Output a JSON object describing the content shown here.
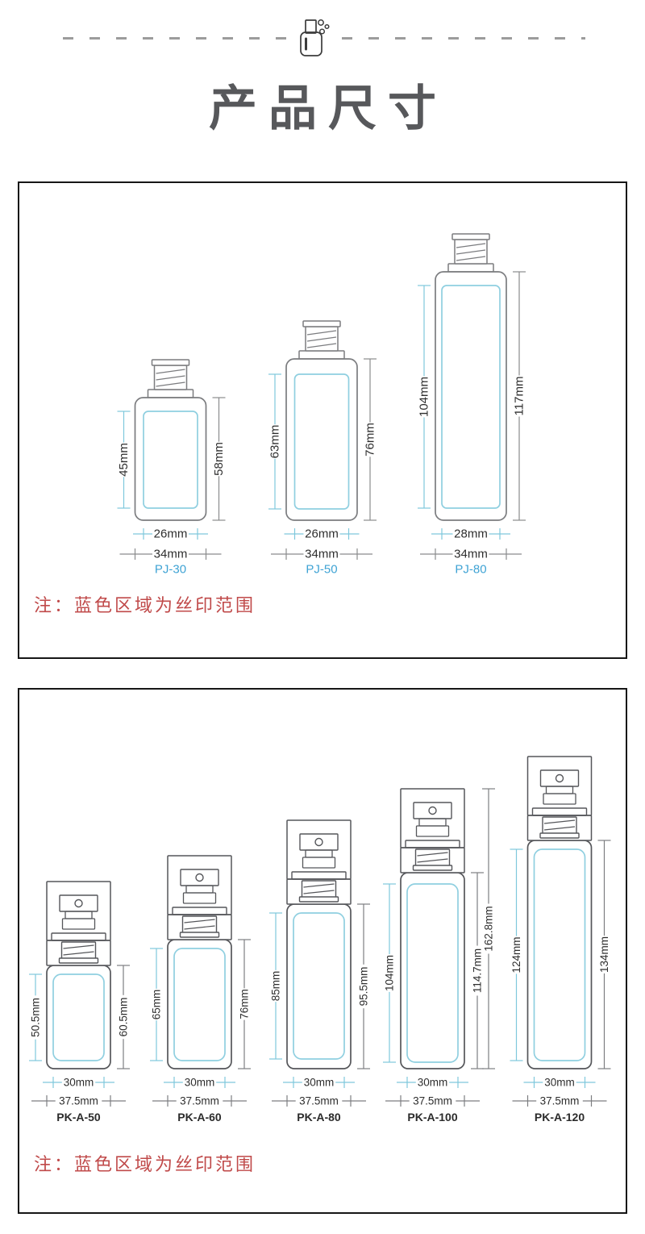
{
  "header": {
    "title": "产品尺寸"
  },
  "panel1": {
    "note": "注：蓝色区域为丝印范围",
    "bottles": [
      {
        "model": "PJ-30",
        "print_height": "45mm",
        "body_height": "58mm",
        "print_width": "26mm",
        "body_width": "34mm"
      },
      {
        "model": "PJ-50",
        "print_height": "63mm",
        "body_height": "76mm",
        "print_width": "26mm",
        "body_width": "34mm"
      },
      {
        "model": "PJ-80",
        "print_height": "104mm",
        "body_height": "117mm",
        "print_width": "28mm",
        "body_width": "34mm"
      }
    ]
  },
  "panel2": {
    "note": "注：蓝色区域为丝印范围",
    "bottles": [
      {
        "model": "PK-A-50",
        "print_height": "50.5mm",
        "body_height": "60.5mm",
        "print_width": "30mm",
        "body_width": "37.5mm"
      },
      {
        "model": "PK-A-60",
        "print_height": "65mm",
        "body_height": "76mm",
        "print_width": "30mm",
        "body_width": "37.5mm"
      },
      {
        "model": "PK-A-80",
        "print_height": "85mm",
        "body_height": "95.5mm",
        "print_width": "30mm",
        "body_width": "37.5mm"
      },
      {
        "model": "PK-A-100",
        "print_height": "104mm",
        "body_height": "114.7mm",
        "total_height": "162.8mm",
        "print_width": "30mm",
        "body_width": "37.5mm"
      },
      {
        "model": "PK-A-120",
        "print_height": "124mm",
        "body_height": "134mm",
        "print_width": "30mm",
        "body_width": "37.5mm"
      }
    ]
  },
  "colors": {
    "print_area_blue": "#8FCFE0",
    "dim_blue": "#7FC8DC",
    "note_red": "#C04A4A",
    "title_gray": "#57585B",
    "outline_gray_panel1": "#7B7C7F",
    "outline_gray_panel2": "#55565A",
    "model_label_blue": "#3FA3D4"
  }
}
